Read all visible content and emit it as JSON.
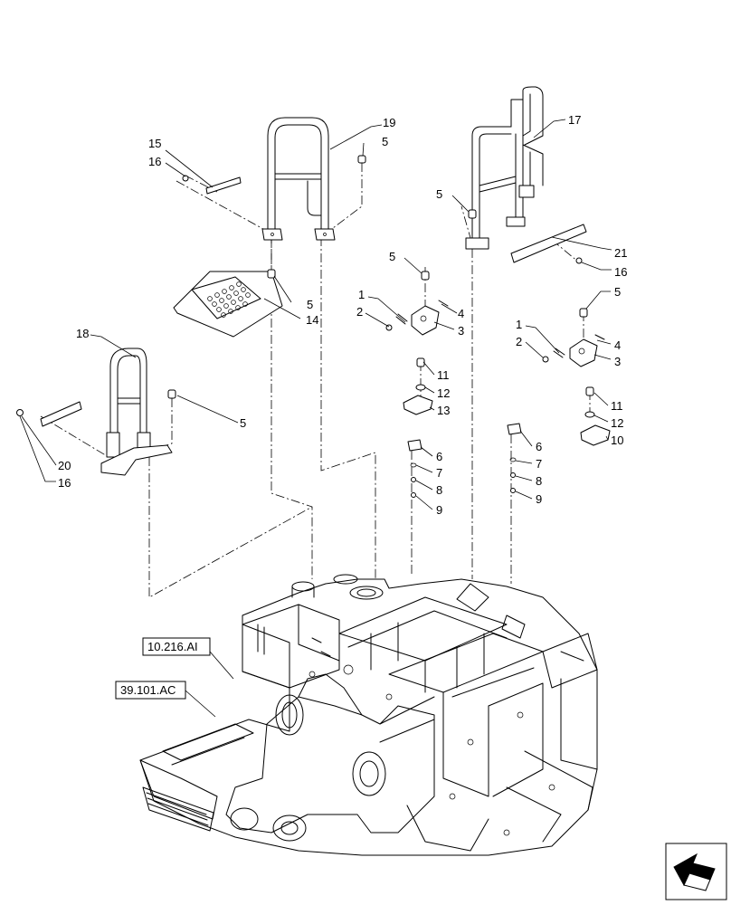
{
  "callouts": [
    {
      "id": "c15",
      "label": "15"
    },
    {
      "id": "c16a",
      "label": "16"
    },
    {
      "id": "c19",
      "label": "19"
    },
    {
      "id": "c5a",
      "label": "5"
    },
    {
      "id": "c17",
      "label": "17"
    },
    {
      "id": "c5b",
      "label": "5"
    },
    {
      "id": "c21",
      "label": "21"
    },
    {
      "id": "c16b",
      "label": "16"
    },
    {
      "id": "c5c",
      "label": "5"
    },
    {
      "id": "c5d",
      "label": "5"
    },
    {
      "id": "c14",
      "label": "14"
    },
    {
      "id": "c1a",
      "label": "1"
    },
    {
      "id": "c2a",
      "label": "2"
    },
    {
      "id": "c4a",
      "label": "4"
    },
    {
      "id": "c3a",
      "label": "3"
    },
    {
      "id": "c5e",
      "label": "5"
    },
    {
      "id": "c1b",
      "label": "1"
    },
    {
      "id": "c2b",
      "label": "2"
    },
    {
      "id": "c4b",
      "label": "4"
    },
    {
      "id": "c3b",
      "label": "3"
    },
    {
      "id": "c18",
      "label": "18"
    },
    {
      "id": "c11a",
      "label": "11"
    },
    {
      "id": "c12a",
      "label": "12"
    },
    {
      "id": "c13",
      "label": "13"
    },
    {
      "id": "c11b",
      "label": "11"
    },
    {
      "id": "c12b",
      "label": "12"
    },
    {
      "id": "c10",
      "label": "10"
    },
    {
      "id": "c5f",
      "label": "5"
    },
    {
      "id": "c6a",
      "label": "6"
    },
    {
      "id": "c7a",
      "label": "7"
    },
    {
      "id": "c8a",
      "label": "8"
    },
    {
      "id": "c9a",
      "label": "9"
    },
    {
      "id": "c6b",
      "label": "6"
    },
    {
      "id": "c7b",
      "label": "7"
    },
    {
      "id": "c8b",
      "label": "8"
    },
    {
      "id": "c9b",
      "label": "9"
    },
    {
      "id": "c20",
      "label": "20"
    },
    {
      "id": "c16c",
      "label": "16"
    }
  ],
  "references": [
    {
      "id": "r1",
      "label": "10.216.AI"
    },
    {
      "id": "r2",
      "label": "39.101.AC"
    }
  ],
  "icons": {
    "corner": "view-direction-arrow-icon"
  }
}
